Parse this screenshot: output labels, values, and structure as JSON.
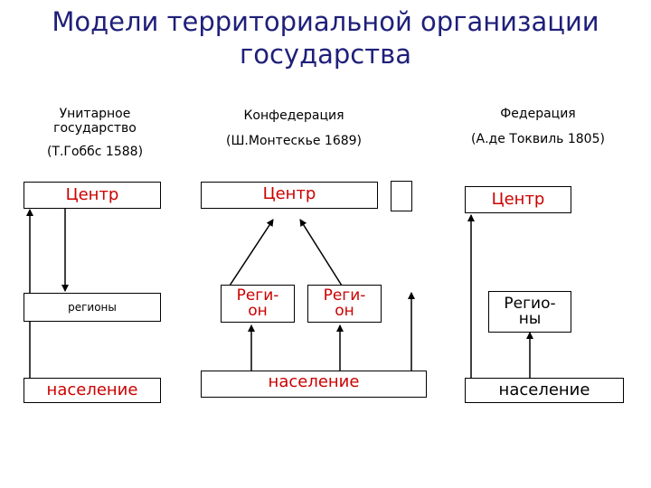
{
  "title": {
    "line1": "Модели территориальной организации",
    "line2": "государства"
  },
  "columns": {
    "unitary": {
      "heading_line1": "Унитарное",
      "heading_line2": "государство",
      "author": "(Т.Гоббс 1588)",
      "center": "Центр",
      "regions": "регионы",
      "population": "население"
    },
    "confederation": {
      "heading": "Конфедерация",
      "author": "(Ш.Монтескье 1689)",
      "center": "Центр",
      "region1_line1": "Реги-",
      "region1_line2": "он",
      "region2_line1": "Реги-",
      "region2_line2": "он",
      "population": "население"
    },
    "federation": {
      "heading": "Федерация",
      "author": "(А.де Токвиль 1805)",
      "center": "Центр",
      "regions_line1": "Регио-",
      "regions_line2": "ны",
      "population": "население"
    }
  },
  "colors": {
    "title": "#1f1f7a",
    "accent_red": "#cc0000",
    "stroke": "#000000"
  }
}
